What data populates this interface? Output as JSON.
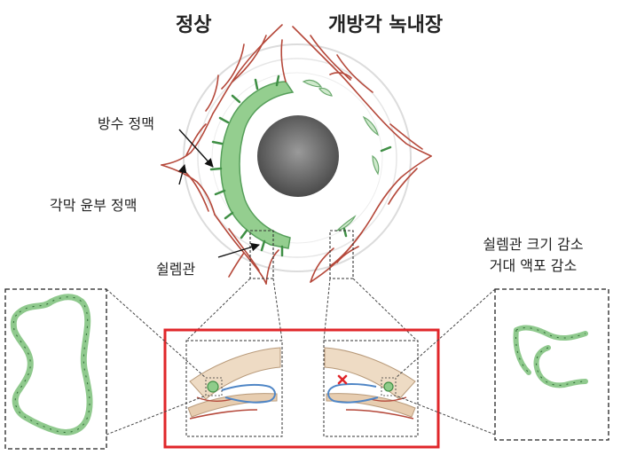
{
  "titles": {
    "normal": "정상",
    "glaucoma": "개방각 녹내장"
  },
  "labels": {
    "aqueous_vein": "방수 정맥",
    "limbal_vein": "각막 윤부 정맥",
    "schlemm_canal": "쉴렘관",
    "change_line1": "쉴렘관 크기 감소",
    "change_line2": "거대 액포 감소"
  },
  "colors": {
    "vessel": "#b5483a",
    "canal": "#8fcc8a",
    "canal_dark": "#3f8f45",
    "highlight_frame": "#e0262a",
    "cornea": "#eedbc4",
    "flow": "#4f86c6",
    "pupil": "#6a6a6a"
  },
  "icons": {
    "block_mark": "x-mark-icon",
    "arrow": "arrow-icon"
  }
}
